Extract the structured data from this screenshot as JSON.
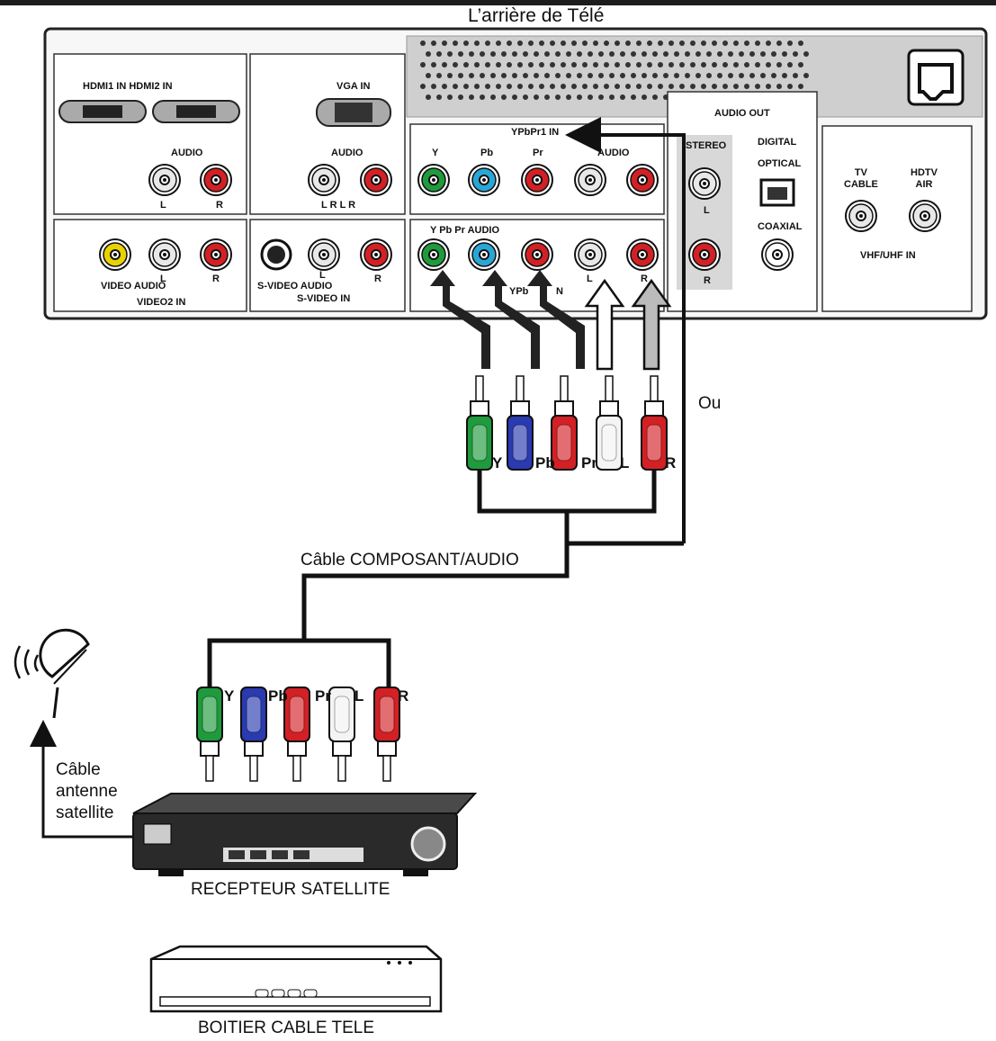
{
  "title": "L’arrière de Télé",
  "tv_panel": {
    "hdmi_label": "HDMI1 IN HDMI2 IN",
    "vga_label": "VGA IN",
    "audio_label": "AUDIO",
    "audio_label_2": "AUDIO",
    "l": "L",
    "r": "R",
    "lrlr": "L R L R",
    "ypbpr1_label": "YPbPr1 IN",
    "y": "Y",
    "pb": "Pb",
    "pr": "Pr",
    "audio_label_3": "AUDIO",
    "ypbpr_audio_label": "Y Pb Pr AUDIO",
    "ypbpr2_partial": "YPb",
    "ypbpr2_partial_in": "N",
    "row2_l": "L",
    "row2_r": "R",
    "video_audio_label": "VIDEO AUDIO",
    "video2_label": "VIDEO2 IN",
    "video2_l": "L",
    "video2_r": "R",
    "svideo_audio_label": "S-VIDEO AUDIO",
    "svideo_in_label": "S-VIDEO IN",
    "svideo_l": "L",
    "svideo_r": "R",
    "audio_out_label": "AUDIO OUT",
    "stereo_label": "STEREO",
    "stereo_l": "L",
    "stereo_r": "R",
    "digital_label": "DIGITAL",
    "optical_label": "OPTICAL",
    "coaxial_label": "COAXIAL",
    "tv_cable_label": "TV\nCABLE",
    "hdtv_air_label": "HDTV\nAIR",
    "vhf_label": "VHF/UHF IN"
  },
  "plug_labels_top": [
    "Y",
    "Pb",
    "Pr",
    "L",
    "R"
  ],
  "plug_labels_bottom": [
    "Y",
    "Pb",
    "Pr",
    "L",
    "R"
  ],
  "ou_label": "Ou",
  "cable_label": "Câble COMPOSANT/AUDIO",
  "antenna_cable_label": [
    "Câble",
    "antenne",
    "satellite"
  ],
  "receiver_label": "RECEPTEUR SATELLITE",
  "cable_box_label": "BOITIER CABLE TELE",
  "colors": {
    "green": "#1f9a3c",
    "blue": "#2a3ab0",
    "red": "#d32025",
    "white": "#f4f4f4",
    "cyan": "#2aa6d6",
    "panel": "#f2f2f2",
    "vent": "#c8c8c8"
  }
}
